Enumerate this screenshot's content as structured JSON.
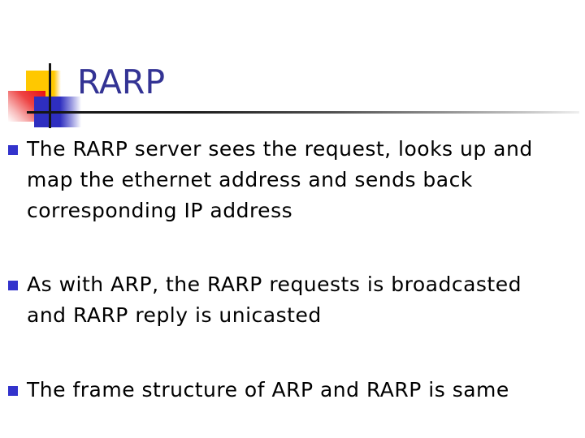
{
  "slide": {
    "title": "RARP",
    "bullets": [
      {
        "lines": [
          "The RARP server sees the request, looks up and",
          "map the ethernet address and sends back",
          "corresponding IP address"
        ]
      },
      {
        "lines": [
          "As with ARP, the RARP requests is broadcasted",
          "and RARP reply is unicasted"
        ]
      },
      {
        "lines": [
          "The frame structure of ARP and RARP is same"
        ]
      }
    ],
    "colors": {
      "background": "#ffffff",
      "title": "#333394",
      "text": "#000000",
      "bullet_marker": "#3333cc",
      "accent_yellow": "#ffc800",
      "accent_red": "#e90f0f",
      "accent_blue": "#2e2ec0"
    }
  }
}
